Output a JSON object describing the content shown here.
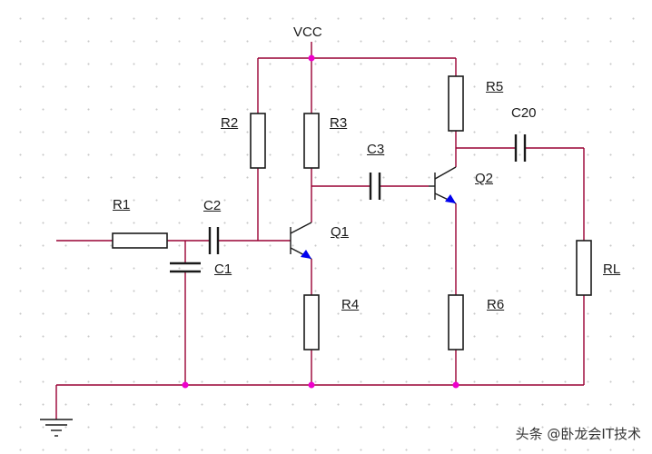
{
  "supply_label": "VCC",
  "resistors": {
    "r1": "R1",
    "r2": "R2",
    "r3": "R3",
    "r4": "R4",
    "r5": "R5",
    "r6": "R6",
    "rl": "RL"
  },
  "capacitors": {
    "c1": "C1",
    "c2": "C2",
    "c3": "C3",
    "c20": "C20"
  },
  "transistors": {
    "q1": "Q1",
    "q2": "Q2"
  },
  "watermark": "头条 @卧龙会IT技术",
  "colors": {
    "wire": "#990033",
    "component": "#1a1a1a",
    "junction": "#ee00cc",
    "emitter_arrow": "#0000ee",
    "grid_dot": "#c8c8c8"
  }
}
